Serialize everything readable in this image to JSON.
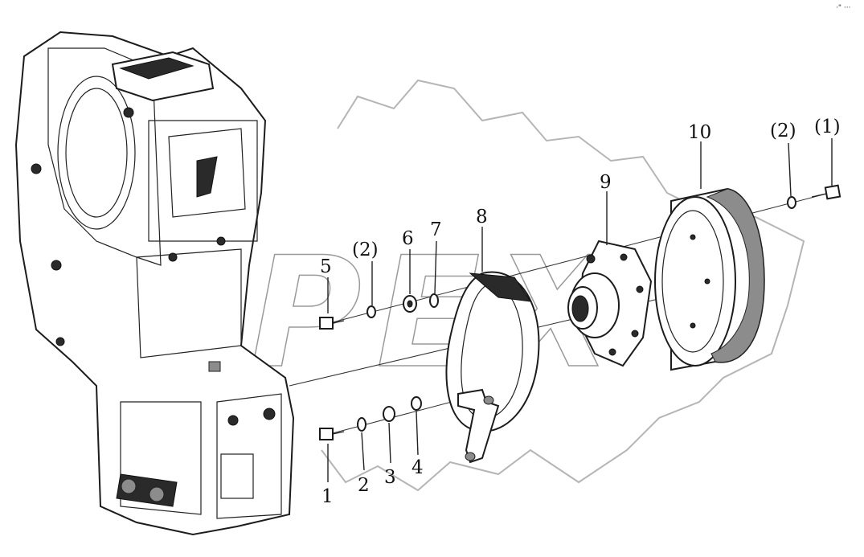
{
  "diagram": {
    "watermark": "DPEX",
    "corner_mark": "·\" ···",
    "callouts": [
      {
        "id": "c1",
        "label": "1"
      },
      {
        "id": "c2",
        "label": "2"
      },
      {
        "id": "c3",
        "label": "3"
      },
      {
        "id": "c4",
        "label": "4"
      },
      {
        "id": "c5",
        "label": "5"
      },
      {
        "id": "c2b",
        "label": "(2)"
      },
      {
        "id": "c6",
        "label": "6"
      },
      {
        "id": "c7",
        "label": "7"
      },
      {
        "id": "c8",
        "label": "8"
      },
      {
        "id": "c9",
        "label": "9"
      },
      {
        "id": "c10",
        "label": "10"
      },
      {
        "id": "c2c",
        "label": "(2)"
      },
      {
        "id": "c1b",
        "label": "(1)"
      }
    ]
  }
}
